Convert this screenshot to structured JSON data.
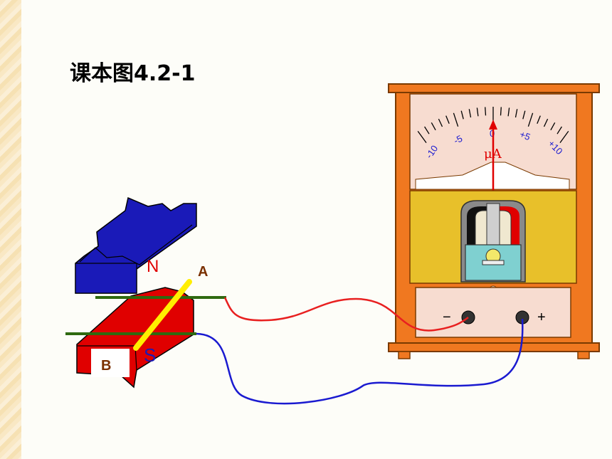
{
  "title": "课本图4.2-1",
  "magnet": {
    "north_label": "N",
    "south_label": "S",
    "north_color": "#1a1ab8",
    "south_color": "#e00000"
  },
  "conductor": {
    "end_a_label": "A",
    "end_b_label": "B",
    "color": "#ffee00"
  },
  "meter": {
    "unit_label": "μA",
    "scale_labels": [
      "-10",
      "-5",
      "0",
      "+5",
      "+10"
    ],
    "minus_terminal": "−",
    "plus_terminal": "+",
    "frame_color": "#f07820"
  },
  "wires": {
    "red_wire_color": "#e82020",
    "blue_wire_color": "#1a1ad0",
    "rail_color": "#2f6a10"
  }
}
